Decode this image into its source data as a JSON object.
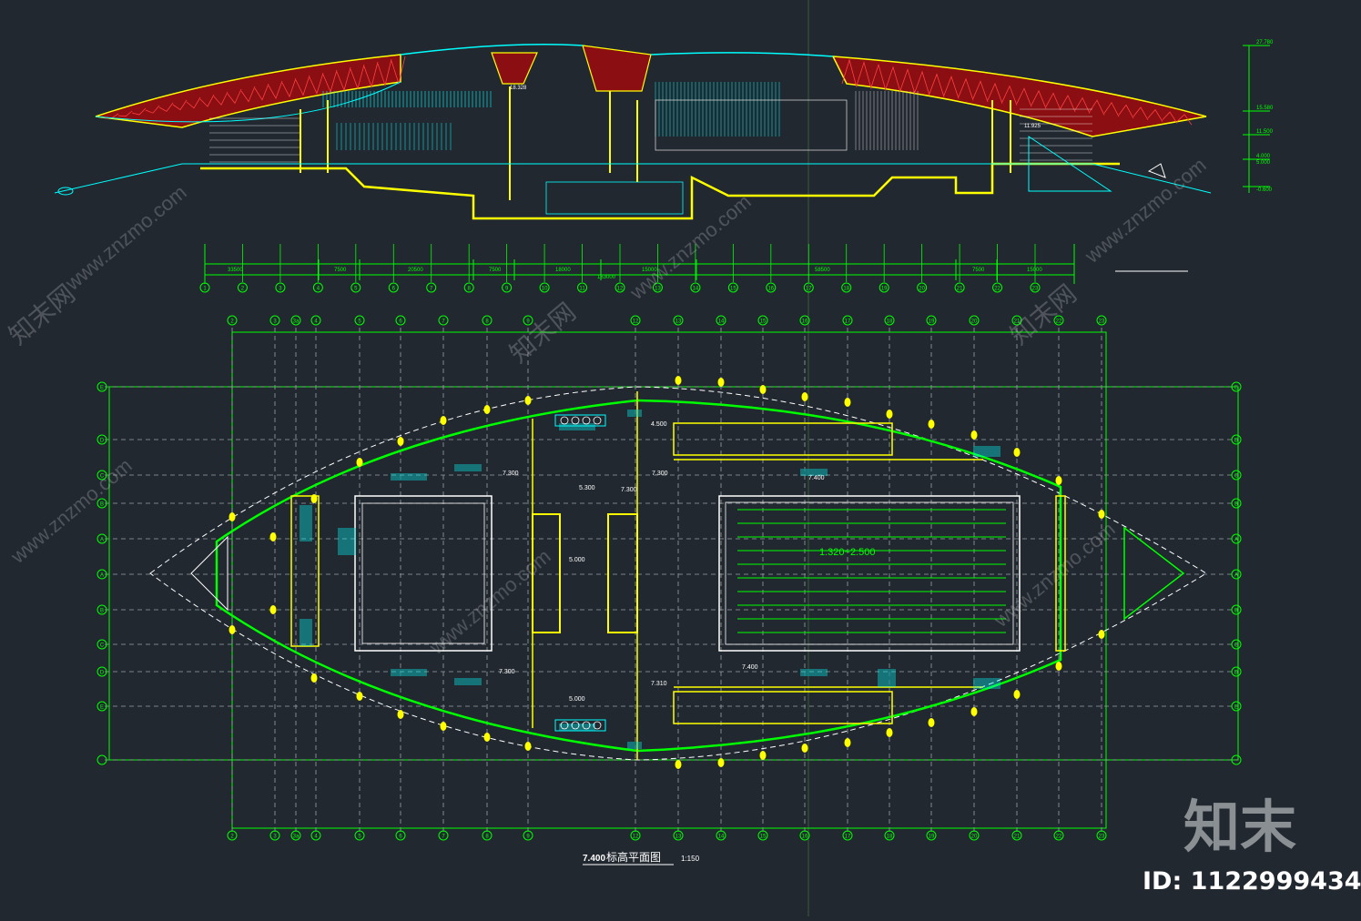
{
  "drawing": {
    "plan_title_elev": "7.400",
    "plan_title_text": "标高平面图",
    "plan_scale": "1:150",
    "pool_label": "1.320~2.500"
  },
  "section": {
    "bottom_dims": [
      "33500",
      "7500",
      "20500",
      "7500",
      "18000",
      "15000",
      "58500",
      "7500",
      "15000"
    ],
    "total_dim": "163000",
    "right_elevations": [
      "27.780",
      "15.580",
      "11.500",
      "4.000",
      "5.000",
      "-0.600"
    ],
    "top_elevations": [
      "18.328",
      "11.925"
    ],
    "grid_labels": [
      "1",
      "2",
      "3",
      "4",
      "5",
      "6",
      "7",
      "8",
      "9",
      "10",
      "11",
      "12",
      "13",
      "14",
      "15",
      "16",
      "17",
      "18",
      "19",
      "20",
      "21",
      "22",
      "23"
    ]
  },
  "plan": {
    "top_grid_labels": [
      "2",
      "3",
      "3a",
      "4",
      "5",
      "6",
      "7",
      "8",
      "9",
      "12",
      "13",
      "14",
      "15",
      "16",
      "17",
      "18",
      "19",
      "20",
      "21",
      "22",
      "23"
    ],
    "left_grid_labels": [
      "E",
      "D",
      "C",
      "B",
      "A",
      "A",
      "B",
      "C",
      "D",
      "E"
    ],
    "right_grid_labels": [
      "E",
      "D",
      "C",
      "B",
      "A",
      "A",
      "B",
      "C",
      "D",
      "E"
    ],
    "elevation_marks": [
      "4.500",
      "7.300",
      "7.300",
      "5.300",
      "7.300",
      "7.400",
      "5.000",
      "7.300",
      "5.000",
      "7.400",
      "7.310"
    ]
  },
  "watermark": {
    "site": "www.znzmo.com",
    "brand_cn": "知末网",
    "logo_text": "知末",
    "id_text": "ID: 1122999434"
  },
  "colors": {
    "background": "#212830",
    "green": "#00ff00",
    "yellow": "#ffff00",
    "cyan": "#00ffff",
    "red": "#ff2020",
    "white": "#ffffff"
  }
}
